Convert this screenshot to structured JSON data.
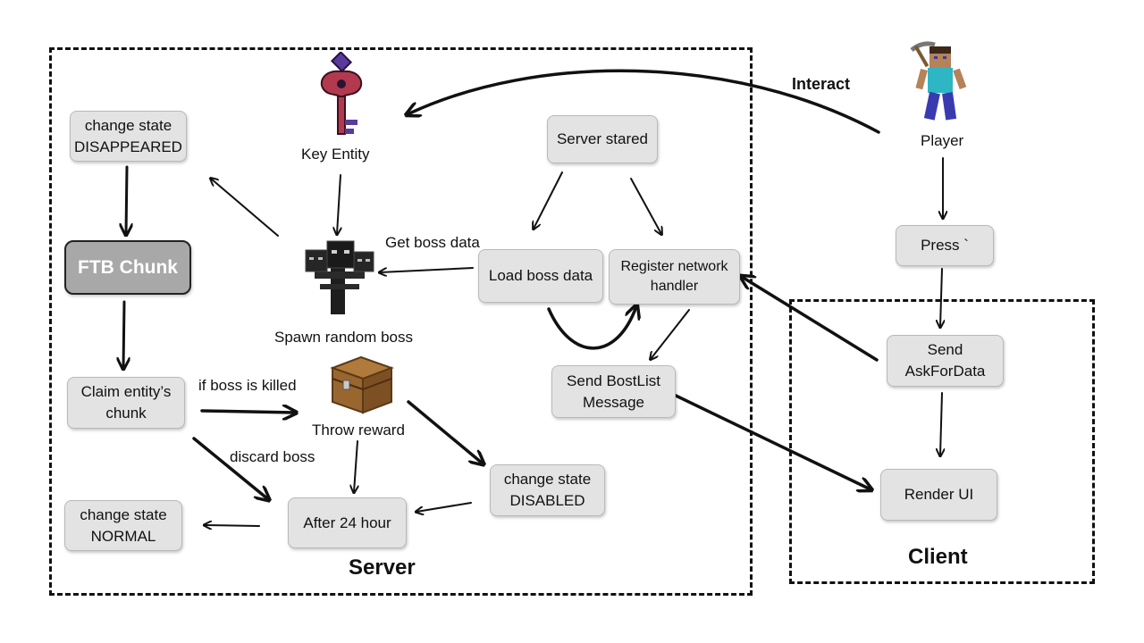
{
  "regions": {
    "server": "Server",
    "client": "Client"
  },
  "nodes": {
    "change_state_disappeared": "change state\nDISAPPEARED",
    "ftb_chunk": "FTB Chunk",
    "claim_entity_chunk": "Claim entity’s\nchunk",
    "change_state_normal": "change state\nNORMAL",
    "after_24_hour": "After 24 hour",
    "change_state_disabled": "change state\nDISABLED",
    "server_stared": "Server stared",
    "load_boss_data": "Load boss data",
    "register_network_handler": "Register network\nhandler",
    "send_bostlist_message": "Send BostList\nMessage",
    "press": "Press `",
    "send_askfordata": "Send\nAskForData",
    "render_ui": "Render UI"
  },
  "labels": {
    "key_entity": "Key Entity",
    "spawn_random_boss": "Spawn random boss",
    "throw_reward": "Throw reward",
    "player": "Player",
    "interact": "Interact",
    "get_boss_data": "Get boss data",
    "if_boss_is_killed": "if boss is killed",
    "discard_boss": "discard boss"
  },
  "icons": {
    "key": "key-entity-icon",
    "boss": "wither-boss-icon",
    "chest": "reward-chest-icon",
    "player": "player-icon"
  },
  "colors": {
    "node_fill": "#e3e3e3",
    "ftb_fill": "#a8a8a8",
    "line": "#111111"
  }
}
